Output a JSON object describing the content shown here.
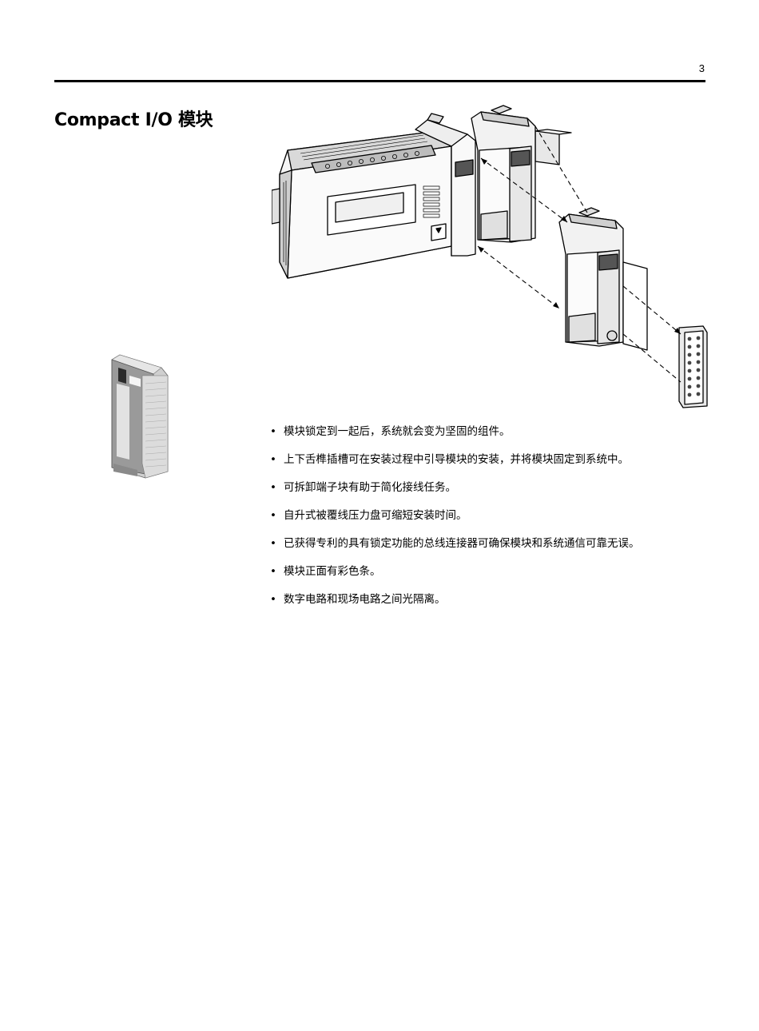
{
  "page": {
    "number": "3",
    "title": "Compact I/O 模块"
  },
  "figures": {
    "hero": {
      "icon": "controller-with-exploded-io-modules-illustration"
    },
    "photo": {
      "icon": "compact-io-module-photo"
    }
  },
  "features": {
    "bullet_symbol": "•",
    "items": [
      "模块锁定到一起后，系统就会变为坚固的组件。",
      "上下舌榫插槽可在安装过程中引导模块的安装，并将模块固定到系统中。",
      "可拆卸端子块有助于简化接线任务。",
      "自升式被覆线压力盘可缩短安装时间。",
      "已获得专利的具有锁定功能的总线连接器可确保模块和系统通信可靠无误。",
      "模块正面有彩色条。",
      "数字电路和现场电路之间光隔离。"
    ]
  }
}
